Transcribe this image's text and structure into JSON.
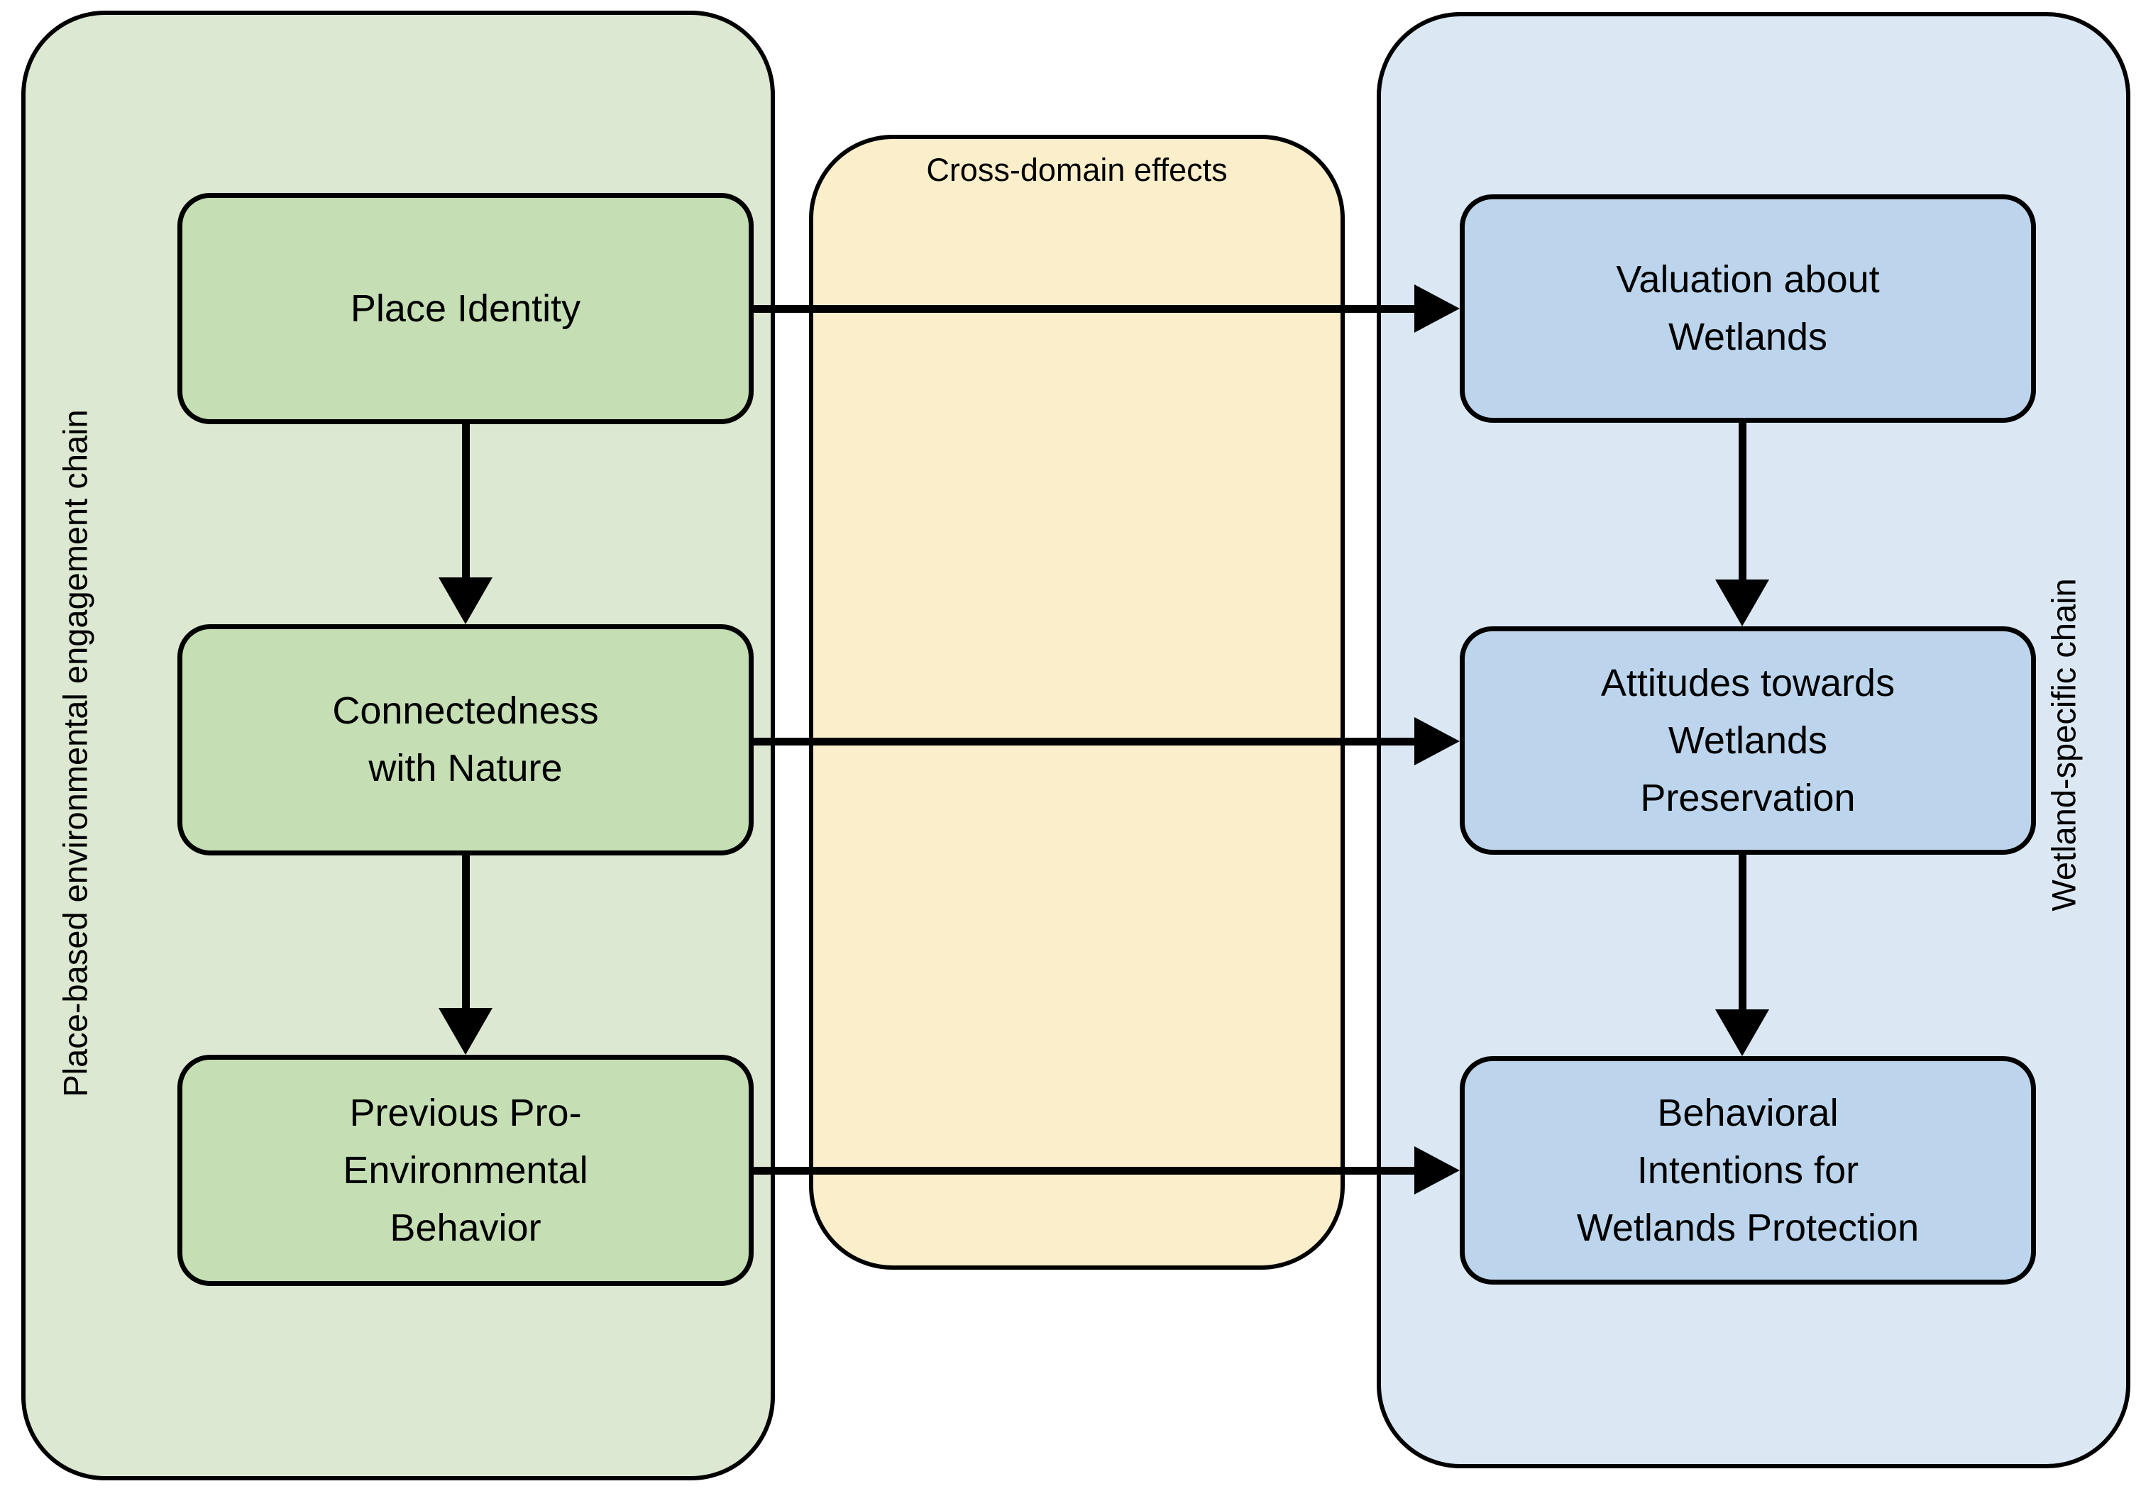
{
  "figure": {
    "type": "flow-diagram",
    "panels": {
      "left": {
        "label": "Place-based environmental engagement chain",
        "boxes": [
          {
            "label": "Place Identity"
          },
          {
            "label": "Connectedness\nwith Nature"
          },
          {
            "label": "Previous Pro-\nEnvironmental\nBehavior"
          }
        ]
      },
      "middle": {
        "label": "Cross-domain effects"
      },
      "right": {
        "label": "Wetland-specific chain",
        "boxes": [
          {
            "label": "Valuation about\nWetlands"
          },
          {
            "label": "Attitudes towards\nWetlands\nPreservation"
          },
          {
            "label": "Behavioral\nIntentions for\nWetlands Protection"
          }
        ]
      }
    },
    "edges": [
      {
        "from": "Place Identity",
        "to": "Connectedness with Nature",
        "kind": "within-chain"
      },
      {
        "from": "Connectedness with Nature",
        "to": "Previous Pro-Environmental Behavior",
        "kind": "within-chain"
      },
      {
        "from": "Valuation about Wetlands",
        "to": "Attitudes towards Wetlands Preservation",
        "kind": "within-chain"
      },
      {
        "from": "Attitudes towards Wetlands Preservation",
        "to": "Behavioral Intentions for Wetlands Protection",
        "kind": "within-chain"
      },
      {
        "from": "Place Identity",
        "to": "Valuation about Wetlands",
        "kind": "cross-domain"
      },
      {
        "from": "Connectedness with Nature",
        "to": "Attitudes towards Wetlands Preservation",
        "kind": "cross-domain"
      },
      {
        "from": "Previous Pro-Environmental Behavior",
        "to": "Behavioral Intentions for Wetlands Protection",
        "kind": "cross-domain"
      }
    ],
    "colors": {
      "left_panel_bg": "#dce8d2",
      "left_box_bg": "#c5deb4",
      "middle_panel_bg": "#fbeecb",
      "right_panel_bg": "#dbe8f4",
      "right_box_bg": "#bcd5ec",
      "stroke": "#000000"
    }
  }
}
